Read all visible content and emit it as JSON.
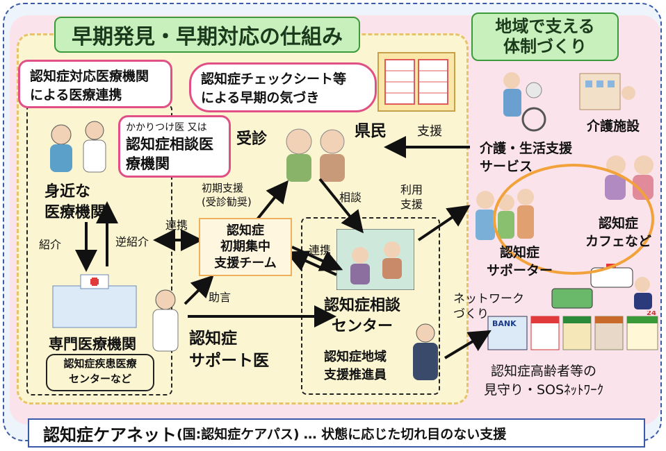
{
  "title_main": "早期発見・早期対応の仕組み",
  "title_region": [
    "地域で支える",
    "体制づくり"
  ],
  "box_medical_link": [
    "認知症対応医療機関",
    "による医療連携"
  ],
  "box_checksheet": [
    "認知症チェックシート等",
    "による早期の気づき"
  ],
  "box_kakaritsuke": [
    "かかりつけ医 又は",
    "認知症相談医",
    "療機関"
  ],
  "label_jushin": "受診",
  "label_kenmin": "県民",
  "label_shien": "支援",
  "label_kaigo_shisetsu": "介護施設",
  "label_kaigo_service": [
    "介護・生活支援",
    "サービス"
  ],
  "label_mijika": [
    "身近な",
    "医療機関"
  ],
  "label_shokai": "紹介",
  "label_gyakushokai": "逆紹介",
  "label_renkei_left": "連携",
  "label_shoki_shien": [
    "初期支援",
    "(受診勧奨)"
  ],
  "label_sodan": "相談",
  "label_riyou_shien": [
    "利用",
    "支援"
  ],
  "box_team": [
    "認知症",
    "初期集中",
    "支援チーム"
  ],
  "label_renkei_right": "連携",
  "label_jogen": "助言",
  "label_senmon": "専門医療機関",
  "box_senmon_sub": [
    "認知症疾患医療",
    "センターなど"
  ],
  "label_support_doctor": [
    "認知症",
    "サポート医"
  ],
  "label_center": [
    "認知症相談",
    "センター"
  ],
  "label_suishin": [
    "認知症地域",
    "支援推進員"
  ],
  "label_supporter": [
    "認知症",
    "サポーター"
  ],
  "label_cafe": [
    "認知症",
    "カフェなど"
  ],
  "label_network": [
    "ネットワーク",
    "づくり"
  ],
  "label_mimamori": [
    "認知症高齢者等の",
    "見守り・SOSﾈｯﾄﾜｰｸ"
  ],
  "label_bank": "BANK",
  "label_store_num": "24",
  "footer_main": "認知症ケアネット",
  "footer_paren": "(国:認知症ケアパス)",
  "footer_rest": "… 状態に応じた切れ目のない支援",
  "colors": {
    "pink_border": "#e04f86",
    "green_title": "#c8f0bd",
    "orange_ring": "#f2a23a",
    "navy_border": "#3a5aa8"
  }
}
